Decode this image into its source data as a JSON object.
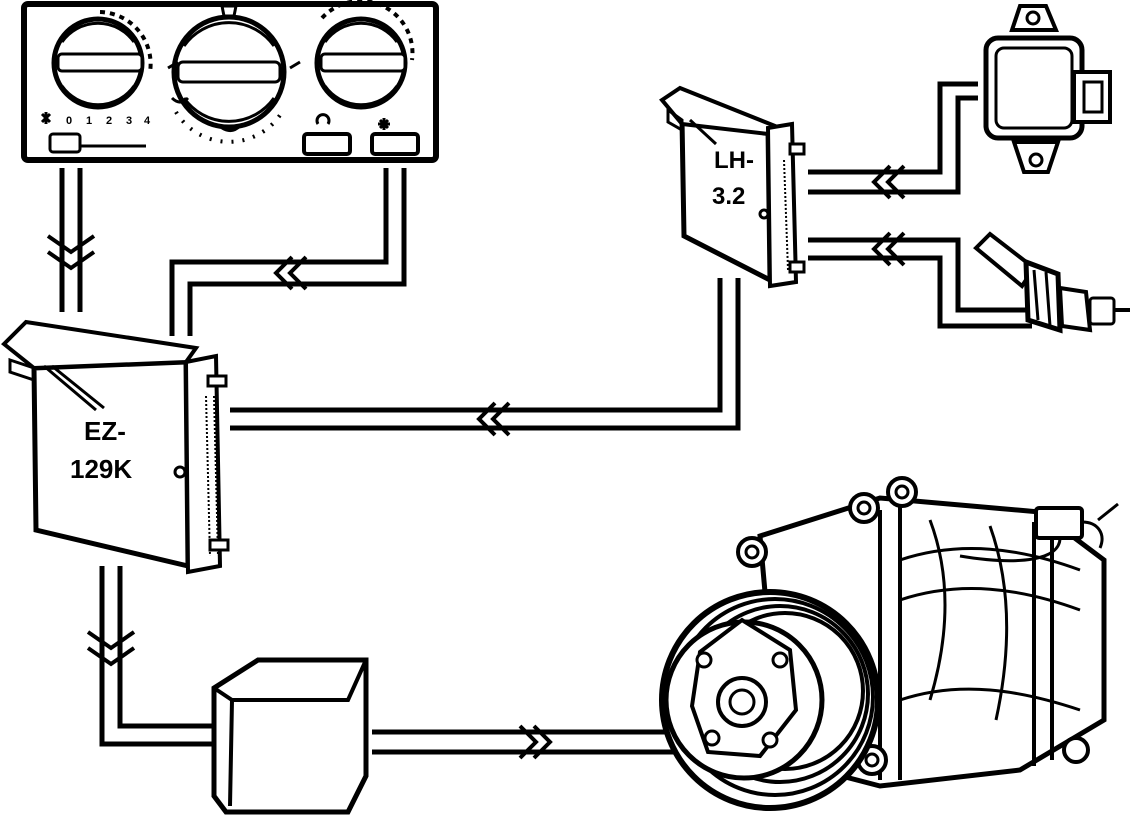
{
  "diagram": {
    "components": {
      "climate_panel": {
        "fan_scale_labels": [
          "0",
          "1",
          "2",
          "3",
          "4"
        ]
      },
      "ez_module": {
        "label_lines": [
          "EZ-",
          "129K"
        ]
      },
      "lh_module": {
        "label_lines": [
          "LH-",
          "3.2"
        ]
      },
      "pressure_sensor": {},
      "temperature_sensor": {},
      "relay": {},
      "ac_compressor": {}
    },
    "signal_paths": [
      {
        "from": "climate_panel",
        "to": "ez_module"
      },
      {
        "from": "climate_panel",
        "to": "ez_module"
      },
      {
        "from": "pressure_sensor",
        "to": "lh_module"
      },
      {
        "from": "temperature_sensor",
        "to": "lh_module"
      },
      {
        "from": "lh_module",
        "to": "ez_module"
      },
      {
        "from": "ez_module",
        "to": "relay"
      },
      {
        "from": "relay",
        "to": "ac_compressor"
      }
    ]
  }
}
